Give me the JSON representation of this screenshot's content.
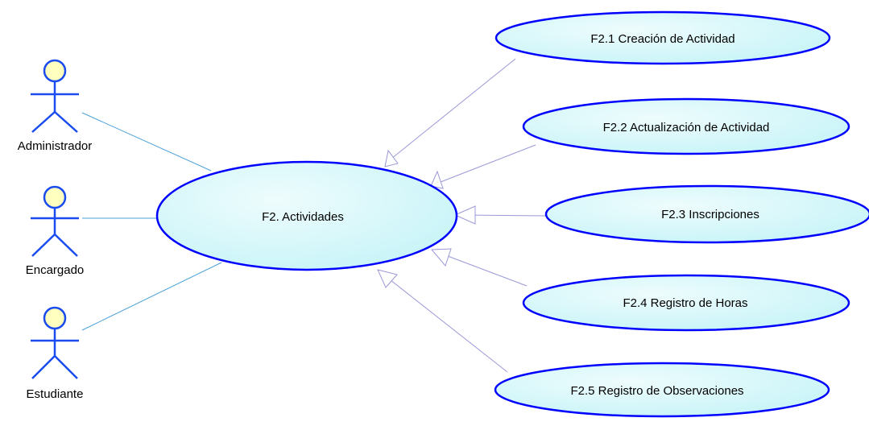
{
  "diagram": {
    "type": "use-case",
    "actors": [
      {
        "id": "administrador",
        "label": "Administrador"
      },
      {
        "id": "encargado",
        "label": "Encargado"
      },
      {
        "id": "estudiante",
        "label": "Estudiante"
      }
    ],
    "main_use_case": {
      "id": "f2",
      "label": "F2. Actividades"
    },
    "sub_use_cases": [
      {
        "id": "f2-1",
        "label": "F2.1 Creación de Actividad"
      },
      {
        "id": "f2-2",
        "label": "F2.2 Actualización de Actividad"
      },
      {
        "id": "f2-3",
        "label": "F2.3 Inscripciones"
      },
      {
        "id": "f2-4",
        "label": "F2.4 Registro de Horas"
      },
      {
        "id": "f2-5",
        "label": "F2.5 Registro de Observaciones"
      }
    ],
    "colors": {
      "use_case_fill": "#c8f4f8",
      "use_case_fill_light": "#eefcfd",
      "use_case_stroke": "#0000ff",
      "actor_head_fill": "#ffffc0",
      "actor_stroke": "#1a4cf0",
      "association_line": "#4aa0d8",
      "generalization_line": "#9a98d8"
    }
  }
}
